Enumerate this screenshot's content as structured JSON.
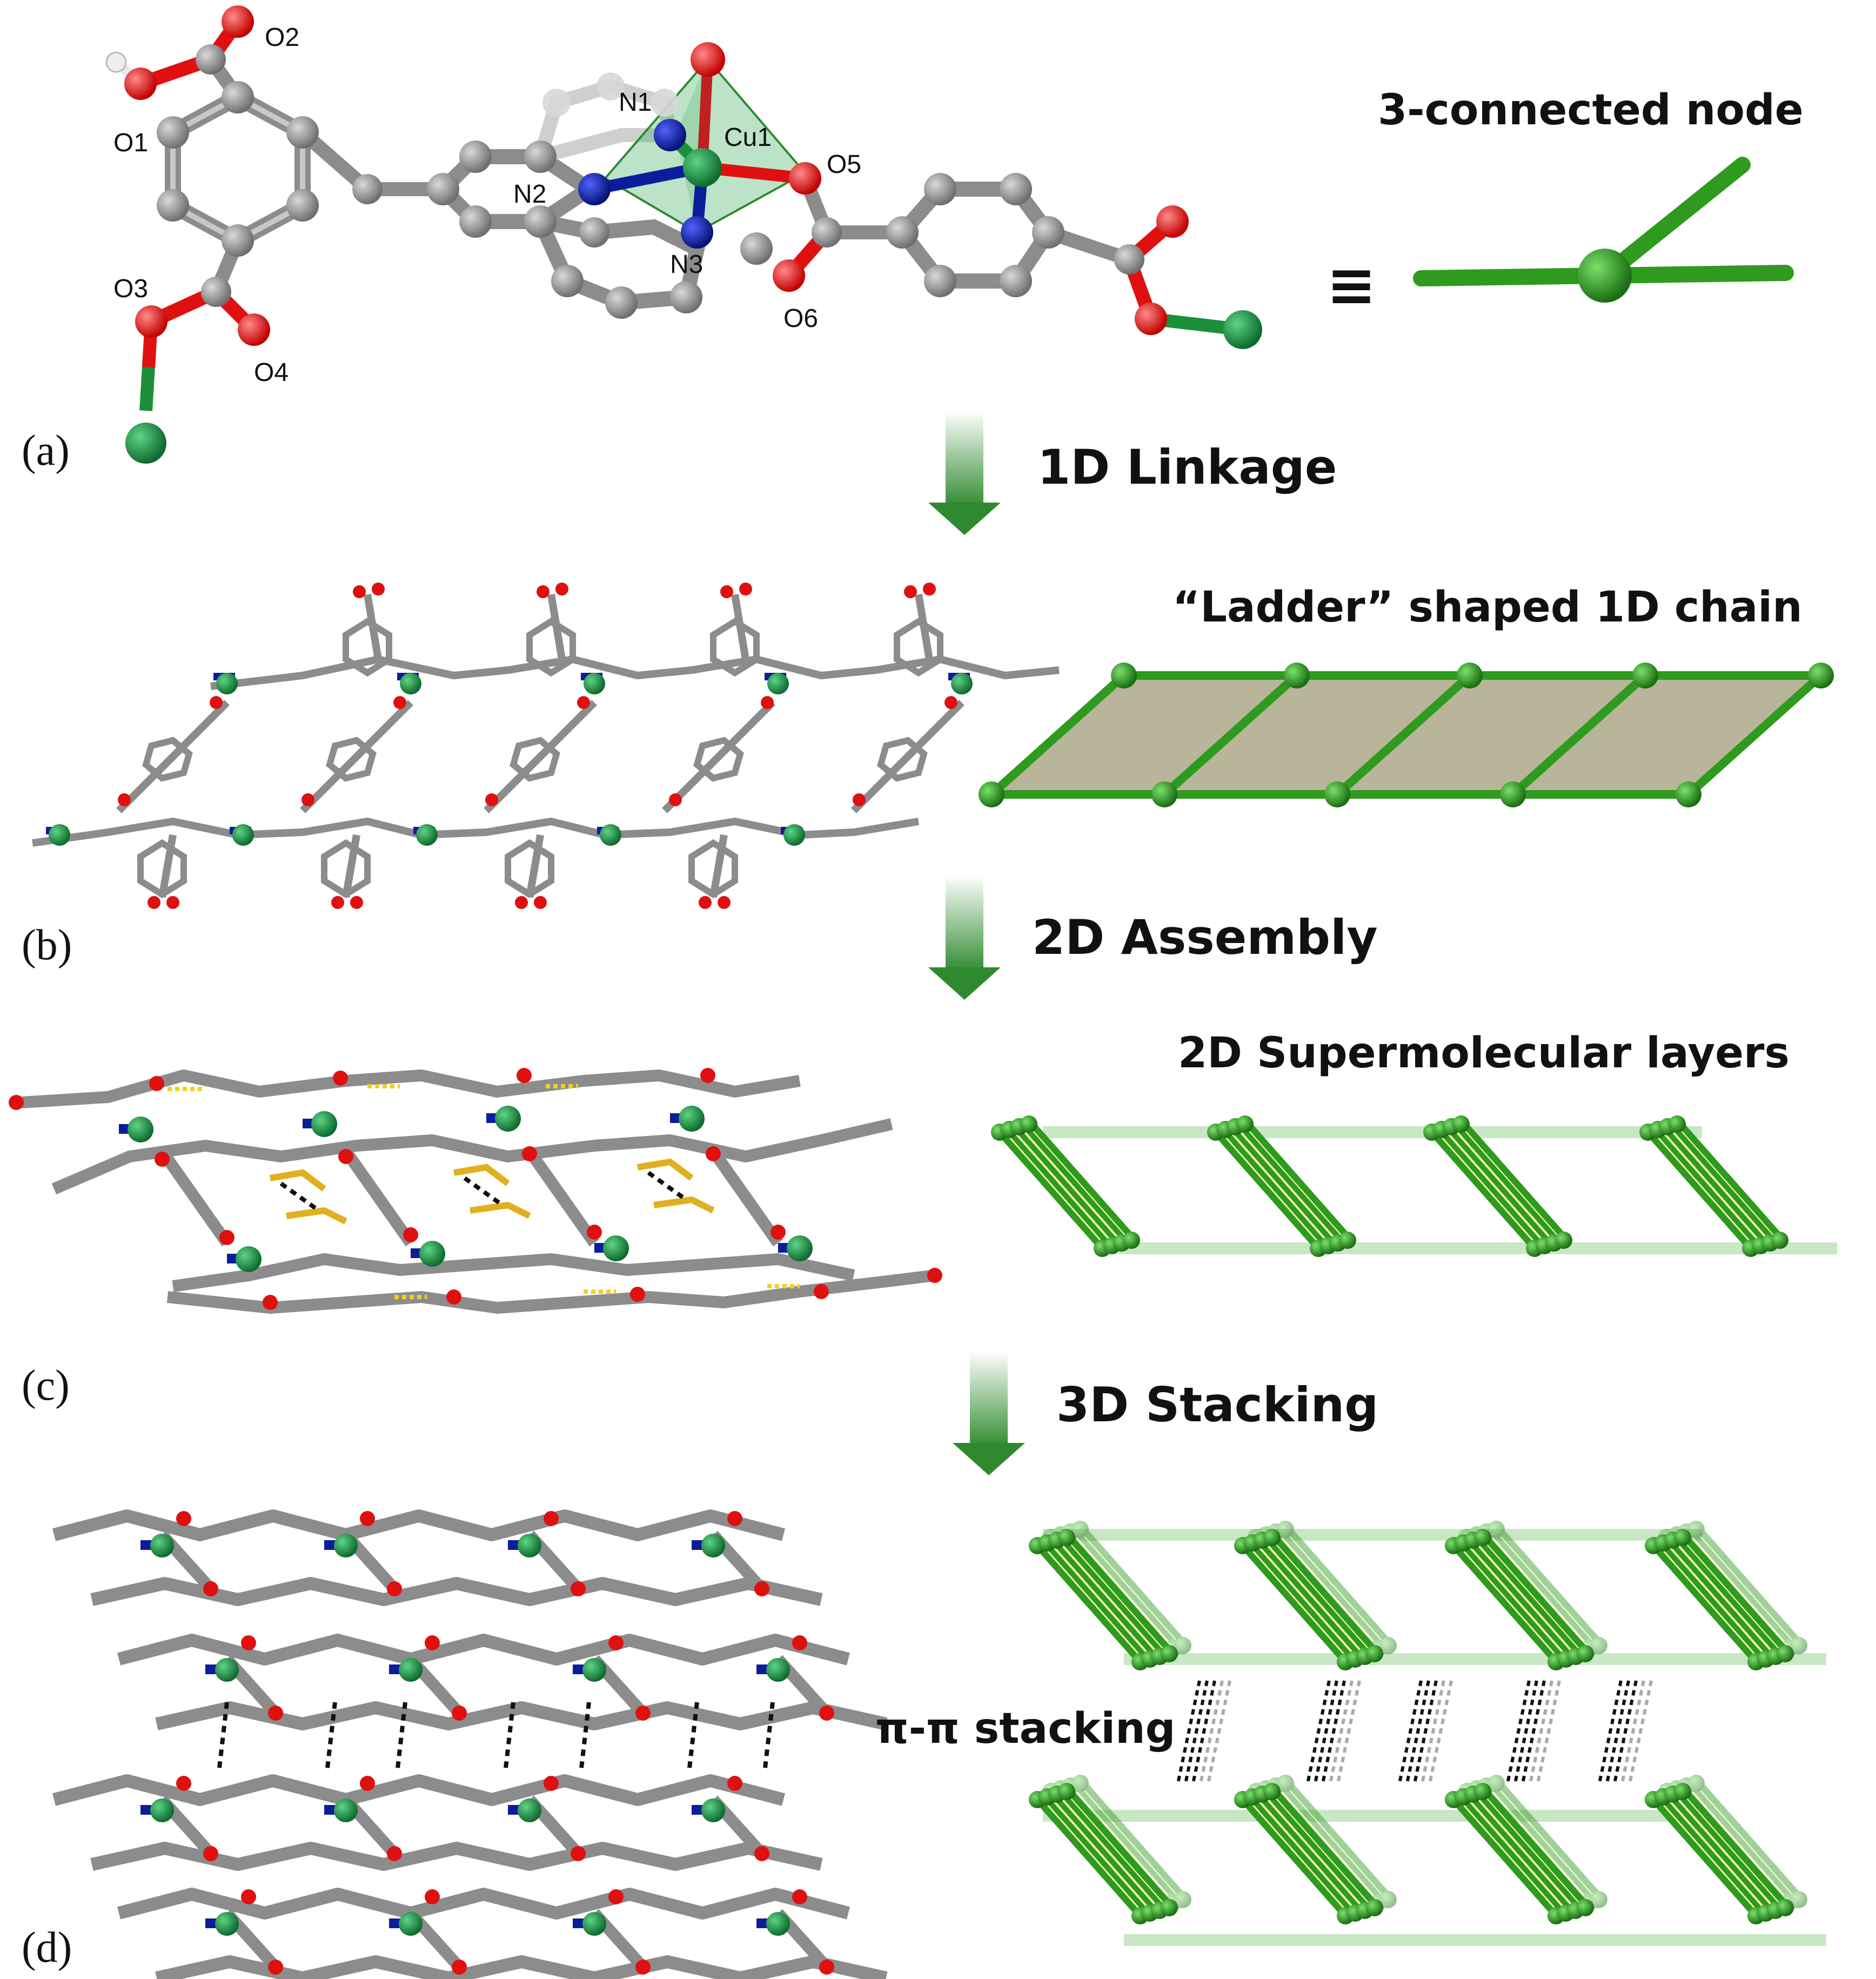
{
  "panels": [
    {
      "id": "a",
      "label": "(a)"
    },
    {
      "id": "b",
      "label": "(b)"
    },
    {
      "id": "c",
      "label": "(c)"
    },
    {
      "id": "d",
      "label": "(d)"
    }
  ],
  "titles": {
    "node": "3-connected node",
    "ladder": "“Ladder” shaped 1D chain",
    "layers": "2D Supermolecular layers",
    "pi": "π-π stacking"
  },
  "steps": {
    "linkage": "1D Linkage",
    "assembly": "2D Assembly",
    "stacking": "3D Stacking"
  },
  "equiv_symbol": "≡",
  "atoms": {
    "O1": "O1",
    "O2": "O2",
    "O3": "O3",
    "O4": "O4",
    "O5": "O5",
    "O6": "O6",
    "N1": "N1",
    "N2": "N2",
    "N3": "N3",
    "Cu1": "Cu1"
  },
  "colors": {
    "carbon": "#8c8c8c",
    "oxygen": "#e01010",
    "nitrogen": "#0a1e9c",
    "copper": "#1b8f3a",
    "hydrogen": "#e8e8e8",
    "network_green": "#2e9a1e",
    "ladder_fill": "#b8b59a",
    "slab_fill": "#f2f5b0",
    "arrow_green": "#2f8a2f"
  }
}
